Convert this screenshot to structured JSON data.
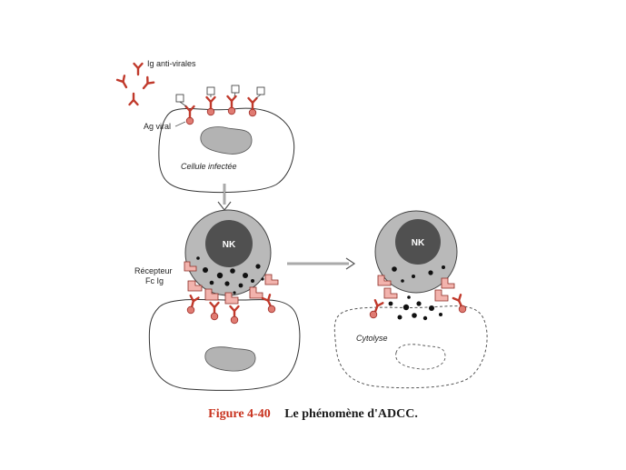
{
  "labels": {
    "ig_antiviral": "Ig anti-virales",
    "ag_viral": "Ag viral",
    "cellule_infectee": "Cellule infectée",
    "recepteur_line1": "Récepteur",
    "recepteur_line2": "Fc Ig",
    "nk_left": "NK",
    "nk_right": "NK",
    "cytolyse": "Cytolyse"
  },
  "caption": {
    "number": "Figure 4-40",
    "title": "Le phénomène d'ADCC."
  },
  "colors": {
    "antibody": "#c0392b",
    "antigen": "#e07b72",
    "receptor": "#f2b3ad",
    "nk_cytoplasm": "#b9b9b9",
    "nk_nucleus": "#505050",
    "nucleus_infected": "#b3b3b3",
    "caption_number": "#c8321e"
  }
}
